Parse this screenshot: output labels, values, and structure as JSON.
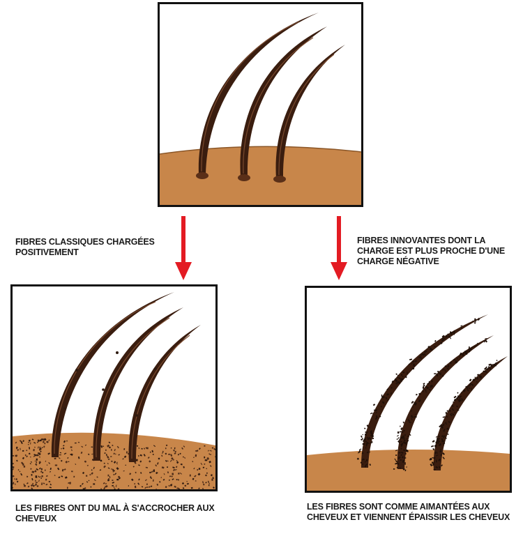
{
  "labels": {
    "classic": "FIBRES CLASSIQUES CHARGÉES POSITIVEMENT",
    "innovative": "FIBRES INNOVANTES DONT LA CHARGE EST PLUS PROCHE D'UNE CHARGE NÉGATIVE"
  },
  "captions": {
    "left": "LES FIBRES ONT DU MAL À S'ACCROCHER AUX CHEVEUX",
    "right": "LES FIBRES SONT COMME AIMANTÉES AUX CHEVEUX ET VIENNENT ÉPAISSIR LES CHEVEUX"
  },
  "colors": {
    "skin": "#c8864a",
    "skin_shadow": "#a9692f",
    "hair": "#3a1d0f",
    "hair_highlight": "#7a4a2e",
    "fiber": "#2e1a10",
    "arrow": "#e31b23",
    "frame": "#111111"
  },
  "icons": {
    "hair_strand": "hair-strand-icon",
    "arrow": "arrow-down-icon"
  }
}
